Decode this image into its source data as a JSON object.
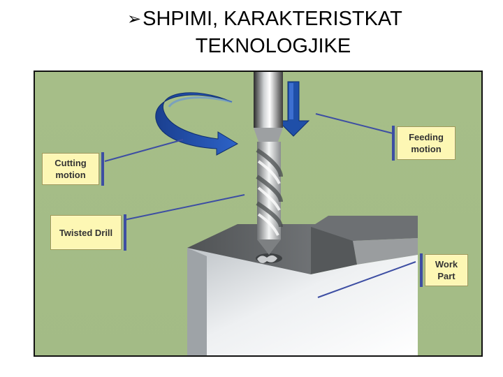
{
  "slide": {
    "bullet_icon": "arrowhead-bullet-icon",
    "title_line1": "SHPIMI, KARAKTERISTKAT",
    "title_line2": "TEKNOLOGJIKE"
  },
  "figure": {
    "labels": {
      "cutting_motion": "Cutting motion",
      "twisted_drill": "Twisted Drill",
      "feeding_motion": "Feeding motion",
      "work_part": "Work Part"
    },
    "colors": {
      "background": "#a9c18b",
      "label_fill": "#fdf7b4",
      "leader_line": "#3d4ea3",
      "arrow": "#1f4fa8"
    },
    "icons": [
      "rotation-arrow-icon",
      "down-arrow-icon",
      "twist-drill-icon",
      "work-block-icon"
    ]
  }
}
